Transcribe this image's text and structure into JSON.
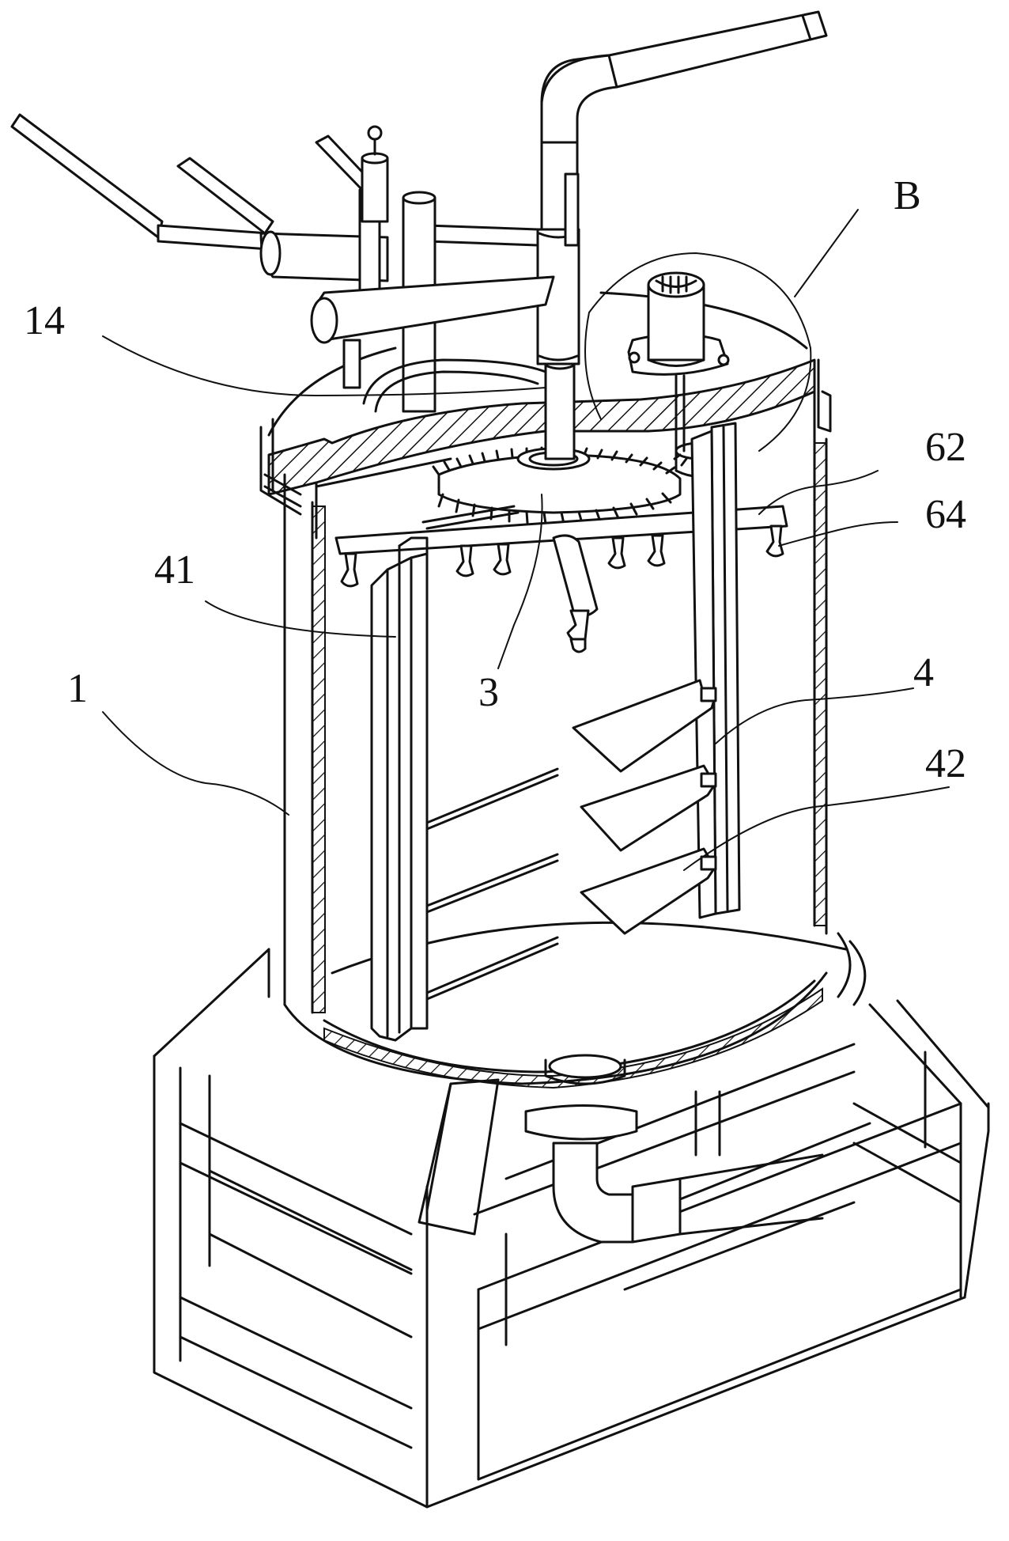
{
  "labels": {
    "l14": "14",
    "lB": "B",
    "l62": "62",
    "l64": "64",
    "l41": "41",
    "l1": "1",
    "l3": "3",
    "l4": "4",
    "l42": "42"
  },
  "colors": {
    "line": "#111111",
    "background": "#ffffff"
  }
}
